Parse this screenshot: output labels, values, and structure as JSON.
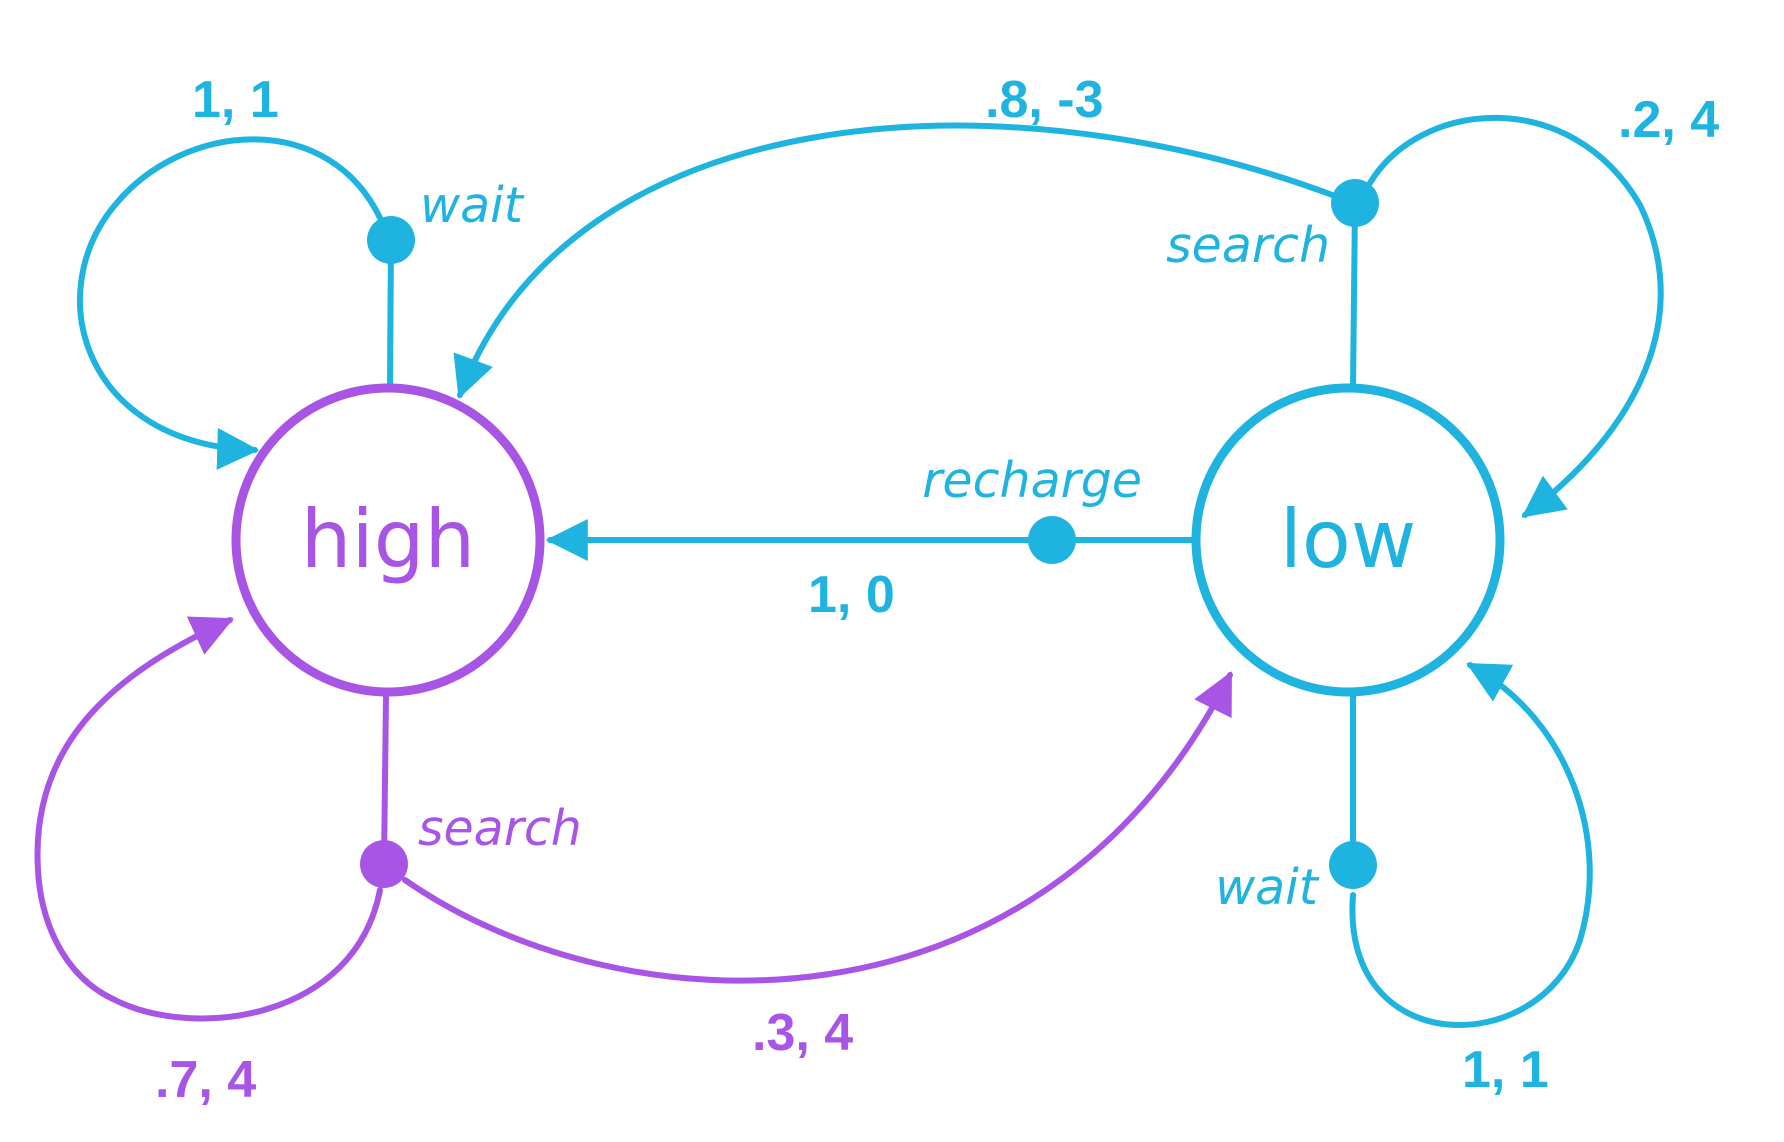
{
  "colors": {
    "high": "#a855e6",
    "low": "#1fb3e0",
    "background": "#ffffff"
  },
  "states": {
    "high": "high",
    "low": "low"
  },
  "actions": {
    "high_wait": "wait",
    "high_search": "search",
    "low_search": "search",
    "low_recharge": "recharge",
    "low_wait": "wait"
  },
  "transitions": {
    "high_wait_high": "1, 1",
    "high_search_high": ".7, 4",
    "high_search_low": ".3, 4",
    "low_search_high": ".8, -3",
    "low_search_low": ".2, 4",
    "low_recharge_high": "1, 0",
    "low_wait_low": "1, 1"
  }
}
